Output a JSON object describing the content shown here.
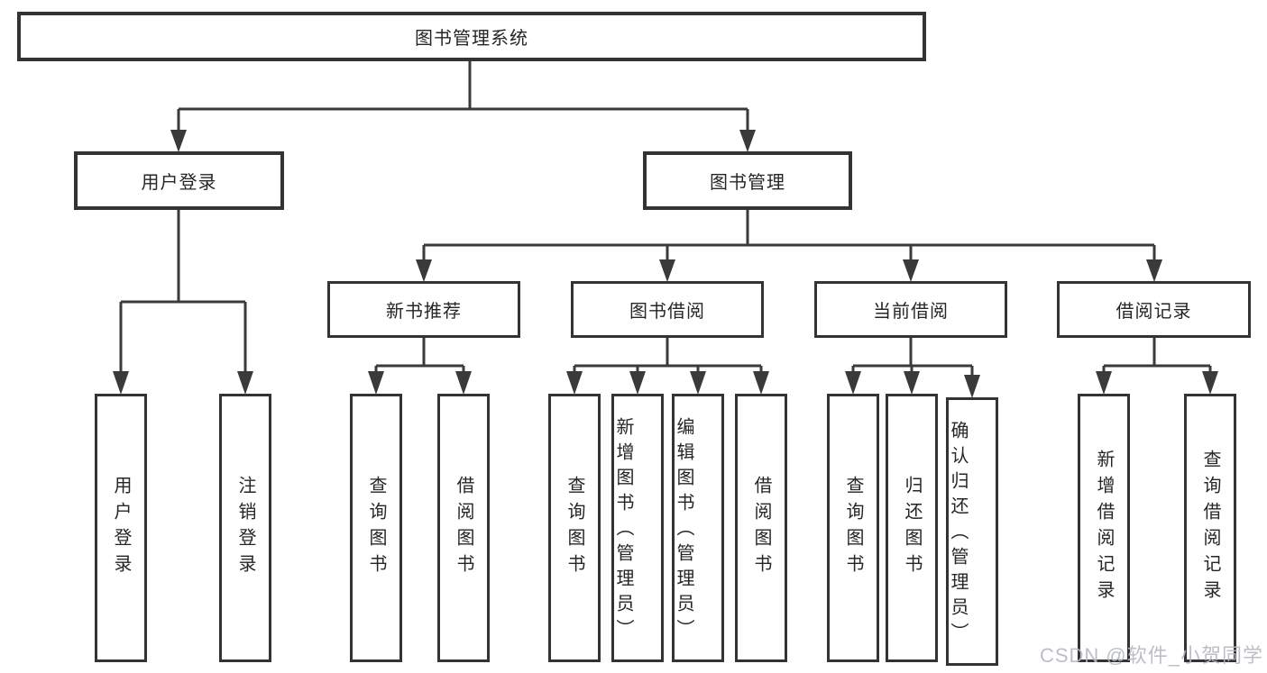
{
  "diagram": {
    "title": "图书管理系统",
    "branches": [
      {
        "label": "用户登录",
        "children": [
          {
            "label": "用户登录"
          },
          {
            "label": "注销登录"
          }
        ]
      },
      {
        "label": "图书管理",
        "children": [
          {
            "label": "新书推荐",
            "children": [
              {
                "label": "查询图书"
              },
              {
                "label": "借阅图书"
              }
            ]
          },
          {
            "label": "图书借阅",
            "children": [
              {
                "label": "查询图书"
              },
              {
                "label": "新增图书（管理员）"
              },
              {
                "label": "编辑图书（管理员）"
              },
              {
                "label": "借阅图书"
              }
            ]
          },
          {
            "label": "当前借阅",
            "children": [
              {
                "label": "查询图书"
              },
              {
                "label": "归还图书"
              },
              {
                "label": "确认归还（管理员）"
              }
            ]
          },
          {
            "label": "借阅记录",
            "children": [
              {
                "label": "新增借阅记录"
              },
              {
                "label": "查询借阅记录"
              }
            ]
          }
        ]
      }
    ]
  },
  "watermark": "CSDN @软件_小贺同学",
  "colors": {
    "background": "#ffffff",
    "line": "#3a3a3a",
    "border": "#333333",
    "text": "#262626",
    "watermark": "#b4b9bf"
  }
}
